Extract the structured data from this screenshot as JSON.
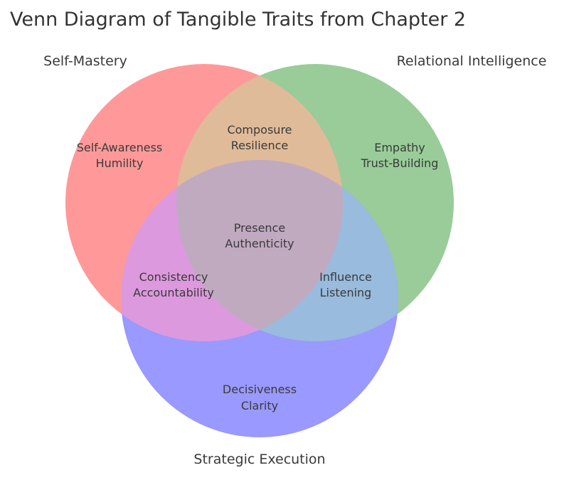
{
  "title": "Venn Diagram of Tangible Traits from Chapter 2",
  "sets": {
    "self_mastery": {
      "label": "Self-Mastery",
      "color": "#ff9999"
    },
    "relational": {
      "label": "Relational Intelligence",
      "color": "#99cc99"
    },
    "strategic": {
      "label": "Strategic Execution",
      "color": "#9999ff"
    }
  },
  "overlap_colors": {
    "self_mastery_relational": "#e0bb99",
    "self_mastery_strategic": "#dd99dd",
    "relational_strategic": "#99bbdd",
    "all_three": "#c0aac0"
  },
  "regions": {
    "self_mastery_only": {
      "line1": "Self-Awareness",
      "line2": "Humility"
    },
    "relational_only": {
      "line1": "Empathy",
      "line2": "Trust-Building"
    },
    "strategic_only": {
      "line1": "Decisiveness",
      "line2": "Clarity"
    },
    "self_mastery_relational": {
      "line1": "Composure",
      "line2": "Resilience"
    },
    "self_mastery_strategic": {
      "line1": "Consistency",
      "line2": "Accountability"
    },
    "relational_strategic": {
      "line1": "Influence",
      "line2": "Listening"
    },
    "all_three": {
      "line1": "Presence",
      "line2": "Authenticity"
    }
  }
}
